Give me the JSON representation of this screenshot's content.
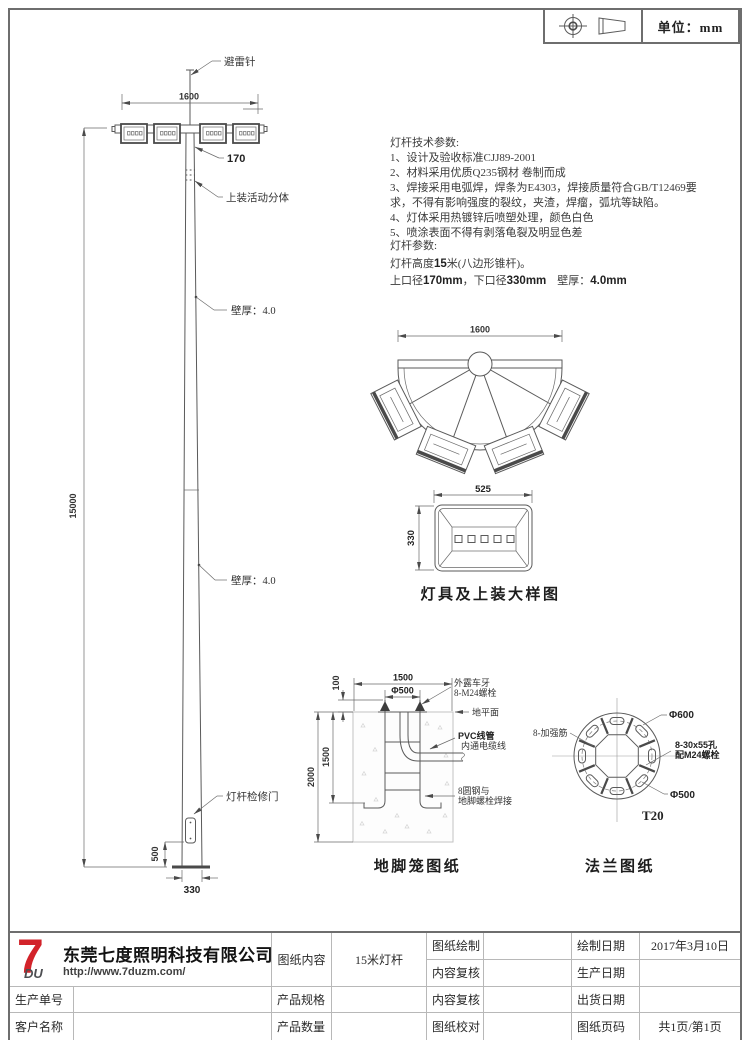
{
  "unit_box": {
    "label": "单位：mm"
  },
  "pole_view": {
    "lightning_rod_label": "避雷针",
    "dim_arm_width": "1600",
    "dim_top_od": "170",
    "joint_label": "上装活动分体",
    "wall_label_upper": "壁厚：4.0",
    "wall_label_lower": "壁厚：4.0",
    "dim_height": "15000",
    "door_label": "灯杆检修门",
    "dim_door_height": "500",
    "dim_bottom_od": "330"
  },
  "tech_params": {
    "title": "灯杆技术参数:",
    "lines": [
      "1、设计及验收标准CJJ89-2001",
      "2、材料采用优质Q235钢材 卷制而成",
      "3、焊接采用电弧焊，焊条为E4303，焊接质量符合GB/T12469要",
      "求，不得有影响强度的裂纹，夹渣，焊瘤，弧坑等缺陷。",
      "4、灯体采用热镀锌后喷塑处理，颜色白色",
      "5、喷涂表面不得有剥落龟裂及明显色差"
    ]
  },
  "pole_params": {
    "title": "灯杆参数:",
    "l1a": "灯杆高度",
    "l1b": "15",
    "l1c": "米(八边形锥杆)。",
    "l2a": "上口径",
    "l2b": "170mm",
    "l2c": "，下口径",
    "l2d": "330mm",
    "l2e": "　壁厚：",
    "l2f": "4.0mm"
  },
  "fan_view": {
    "dim_width": "1600"
  },
  "lamp_detail": {
    "dim_width": "525",
    "dim_height": "330",
    "caption": "灯具及上装大样图"
  },
  "foundation": {
    "dim_width": "1500",
    "dim_bolt_circle": "Φ500",
    "dim_exposed": "100",
    "dim_cage_depth": "1500",
    "dim_total_depth": "2000",
    "bolt_note_1": "外露车牙",
    "bolt_note_2": "8-M24螺栓",
    "ground_label": "地平面",
    "pvc_note_1": "PVC线管",
    "pvc_note_2": "内通电缆线",
    "weld_note_1": "8圆钢与",
    "weld_note_2": "地脚螺栓焊接",
    "caption": "地脚笼图纸"
  },
  "flange": {
    "dim_outer": "Φ600",
    "rib_note": "8-加强筋",
    "hole_note_1": "8-30x55孔",
    "hole_note_2": "配M24螺栓",
    "dim_bolt_circle": "Φ500",
    "thickness": "T20",
    "caption": "法兰图纸"
  },
  "title_block": {
    "logo_seven": "7",
    "logo_du": "DU",
    "company": "东莞七度照明科技有限公司",
    "website": "http://www.7duzm.com/",
    "content_label": "图纸内容",
    "content_value": "15米灯杆",
    "drawn_label": "图纸绘制",
    "review1_label": "内容复核",
    "review2_label": "内容复核",
    "proof_label": "图纸校对",
    "draw_date_label": "绘制日期",
    "draw_date": "2017年3月10日",
    "prod_date_label": "生产日期",
    "ship_date_label": "出货日期",
    "page_label": "图纸页码",
    "page_value": "共1页/第1页",
    "order_label": "生产单号",
    "customer_label": "客户名称",
    "spec_label": "产品规格",
    "qty_label": "产品数量"
  },
  "colors": {
    "accent_red": "#d2232a",
    "line_gray": "#5a5a5a"
  }
}
